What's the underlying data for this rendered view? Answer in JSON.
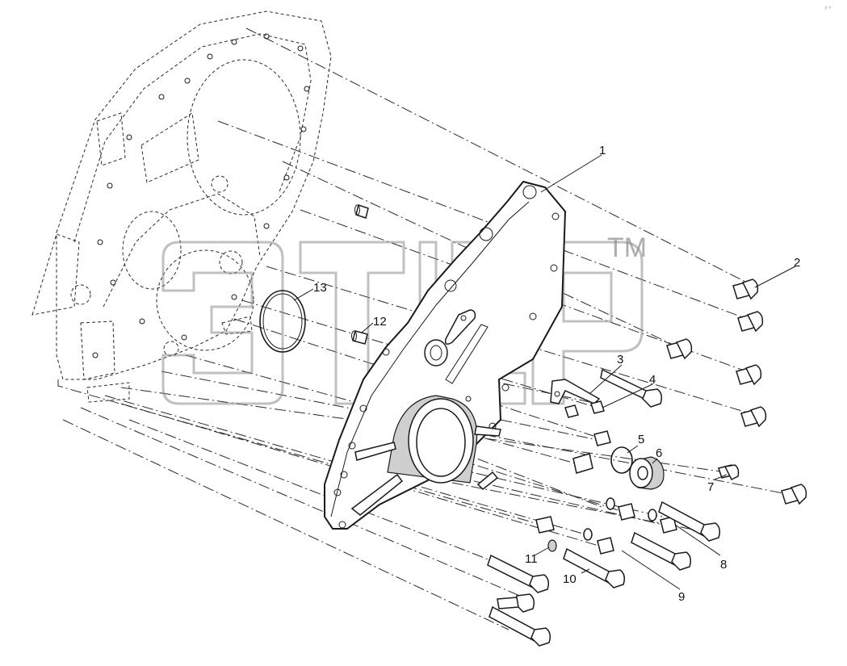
{
  "diagram": {
    "callouts": [
      "1",
      "2",
      "3",
      "4",
      "5",
      "6",
      "7",
      "8",
      "9",
      "10",
      "11",
      "12",
      "13"
    ],
    "watermark": {
      "trademark": "TM"
    },
    "corner_mark": "r ᵒ"
  }
}
